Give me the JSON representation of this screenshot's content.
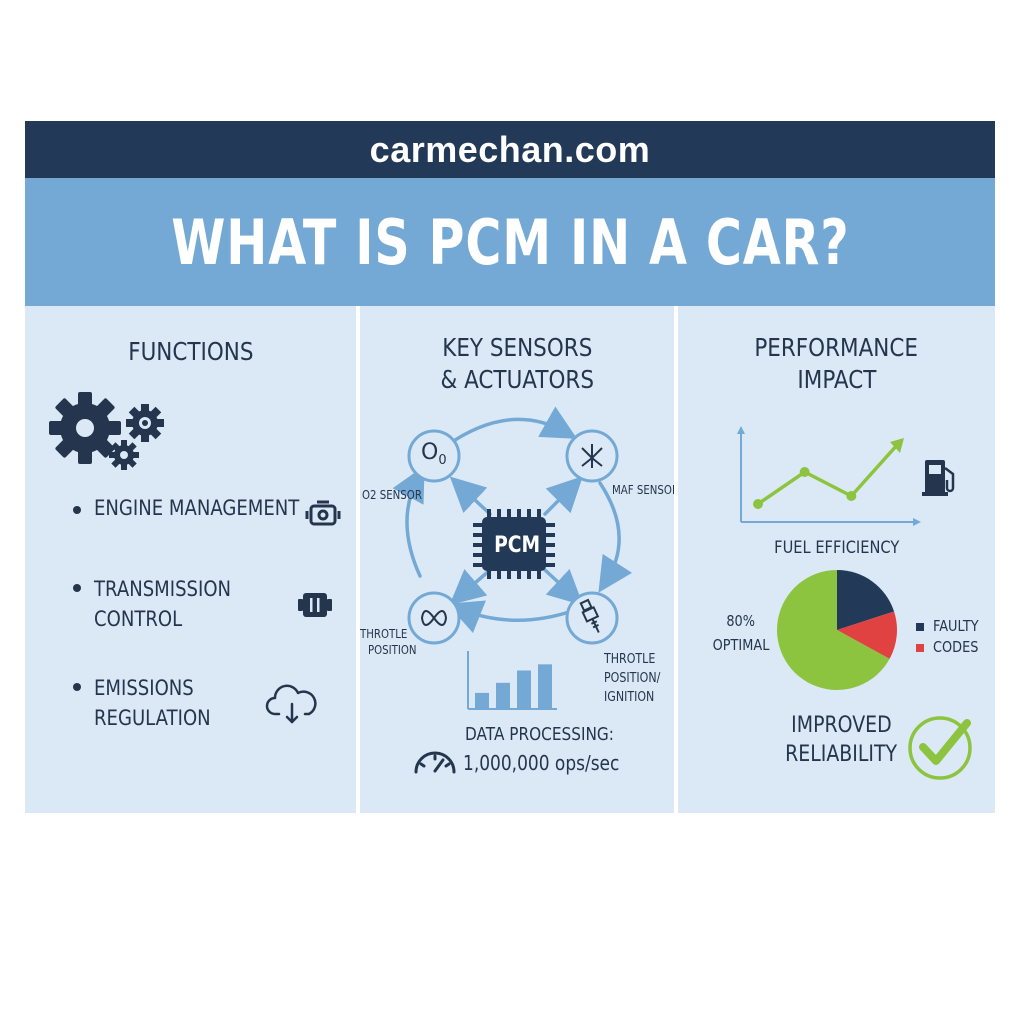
{
  "site": {
    "name": "carmechan.com"
  },
  "title": "WHAT IS PCM IN A CAR?",
  "functions": {
    "heading": "FUNCTIONS",
    "items": [
      {
        "line1": "ENGINE MANAGEMENT",
        "line2": "",
        "icon": "engine-icon"
      },
      {
        "line1": "TRANSMISSION",
        "line2": "CONTROL",
        "icon": "transmission-icon"
      },
      {
        "line1": "EMISSIONS",
        "line2": "REGULATION",
        "icon": "cloud-icon"
      }
    ],
    "icon": "gears-icon"
  },
  "sensors": {
    "heading_line1": "KEY SENSORS",
    "heading_line2": "& ACTUATORS",
    "center_label": "PCM",
    "o2_symbol": "O",
    "o2_sub": "0",
    "o2_label": "O2 SENSOR",
    "maf_label": "MAF SENSOR",
    "throttle_label_line1": "THROTLE",
    "throttle_label_line2": "POSITION",
    "ignition_label_line1": "THROTLE",
    "ignition_label_line2": "POSITION/",
    "ignition_label_line3": "IGNITION",
    "processing_line1": "DATA PROCESSING:",
    "processing_line2": "1,000,000 ops/sec",
    "bar_heights": [
      0.27,
      0.45,
      0.67,
      0.78
    ]
  },
  "performance": {
    "heading_line1": "PERFORMANCE",
    "heading_line2": "IMPACT",
    "fuel_label": "FUEL EFFICIENCY",
    "line_points": [
      0.15,
      0.55,
      0.25,
      0.9
    ],
    "pie": {
      "label_pct": "80%",
      "label_text": "OPTIMAL",
      "legend_line1": "FAULTY",
      "legend_line2": "CODES",
      "slices": [
        {
          "value": 20,
          "color": "#223a58"
        },
        {
          "value": 13,
          "color": "#e04141"
        },
        {
          "value": 67,
          "color": "#8cc43f"
        }
      ]
    },
    "reliability_line1": "IMPROVED",
    "reliability_line2": "RELIABILITY"
  },
  "colors": {
    "dark": "#223a58",
    "accent_blue": "#74a9d6",
    "panel": "#dbe9f6",
    "green": "#8cc43f",
    "red": "#e04141"
  }
}
